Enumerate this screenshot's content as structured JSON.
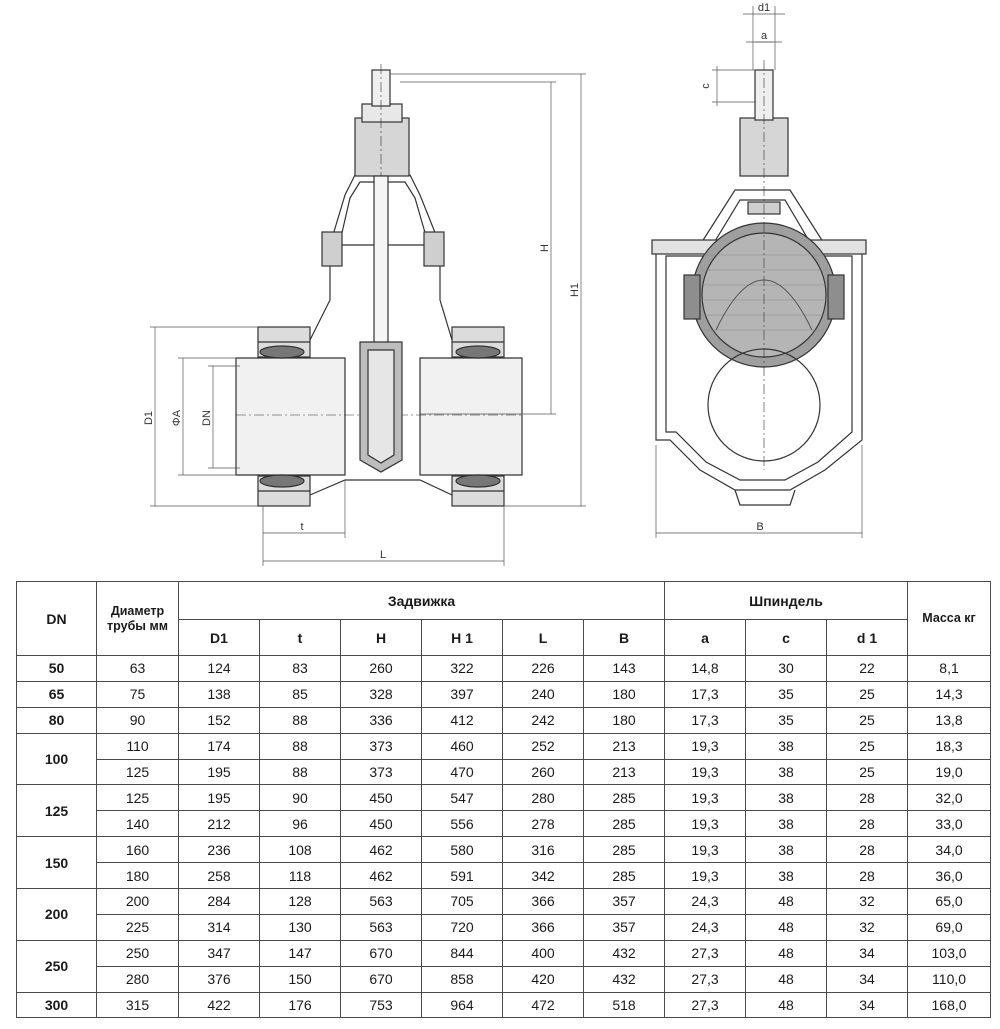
{
  "drawing": {
    "labels": {
      "H": "H",
      "H1": "H1",
      "D1": "D1",
      "phiA": "ΦA",
      "DN": "DN",
      "t": "t",
      "L": "L",
      "B": "B",
      "d1": "d1",
      "a": "a",
      "c": "c"
    }
  },
  "table": {
    "header": {
      "dn": "DN",
      "pipe_diameter": "Диаметр трубы мм",
      "valve_group": "Задвижка",
      "spindle_group": "Шпиндель",
      "mass": "Масса кг",
      "valve_cols": [
        "D1",
        "t",
        "H",
        "H 1",
        "L",
        "B"
      ],
      "spindle_cols": [
        "a",
        "c",
        "d 1"
      ]
    },
    "groups": [
      {
        "dn": "50",
        "rows": [
          [
            "63",
            "124",
            "83",
            "260",
            "322",
            "226",
            "143",
            "14,8",
            "30",
            "22",
            "8,1"
          ]
        ]
      },
      {
        "dn": "65",
        "rows": [
          [
            "75",
            "138",
            "85",
            "328",
            "397",
            "240",
            "180",
            "17,3",
            "35",
            "25",
            "14,3"
          ]
        ]
      },
      {
        "dn": "80",
        "rows": [
          [
            "90",
            "152",
            "88",
            "336",
            "412",
            "242",
            "180",
            "17,3",
            "35",
            "25",
            "13,8"
          ]
        ]
      },
      {
        "dn": "100",
        "rows": [
          [
            "110",
            "174",
            "88",
            "373",
            "460",
            "252",
            "213",
            "19,3",
            "38",
            "25",
            "18,3"
          ],
          [
            "125",
            "195",
            "88",
            "373",
            "470",
            "260",
            "213",
            "19,3",
            "38",
            "25",
            "19,0"
          ]
        ]
      },
      {
        "dn": "125",
        "rows": [
          [
            "125",
            "195",
            "90",
            "450",
            "547",
            "280",
            "285",
            "19,3",
            "38",
            "28",
            "32,0"
          ],
          [
            "140",
            "212",
            "96",
            "450",
            "556",
            "278",
            "285",
            "19,3",
            "38",
            "28",
            "33,0"
          ]
        ]
      },
      {
        "dn": "150",
        "rows": [
          [
            "160",
            "236",
            "108",
            "462",
            "580",
            "316",
            "285",
            "19,3",
            "38",
            "28",
            "34,0"
          ],
          [
            "180",
            "258",
            "118",
            "462",
            "591",
            "342",
            "285",
            "19,3",
            "38",
            "28",
            "36,0"
          ]
        ]
      },
      {
        "dn": "200",
        "rows": [
          [
            "200",
            "284",
            "128",
            "563",
            "705",
            "366",
            "357",
            "24,3",
            "48",
            "32",
            "65,0"
          ],
          [
            "225",
            "314",
            "130",
            "563",
            "720",
            "366",
            "357",
            "24,3",
            "48",
            "32",
            "69,0"
          ]
        ]
      },
      {
        "dn": "250",
        "rows": [
          [
            "250",
            "347",
            "147",
            "670",
            "844",
            "400",
            "432",
            "27,3",
            "48",
            "34",
            "103,0"
          ],
          [
            "280",
            "376",
            "150",
            "670",
            "858",
            "420",
            "432",
            "27,3",
            "48",
            "34",
            "110,0"
          ]
        ]
      },
      {
        "dn": "300",
        "rows": [
          [
            "315",
            "422",
            "176",
            "753",
            "964",
            "472",
            "518",
            "27,3",
            "48",
            "34",
            "168,0"
          ]
        ]
      }
    ]
  }
}
